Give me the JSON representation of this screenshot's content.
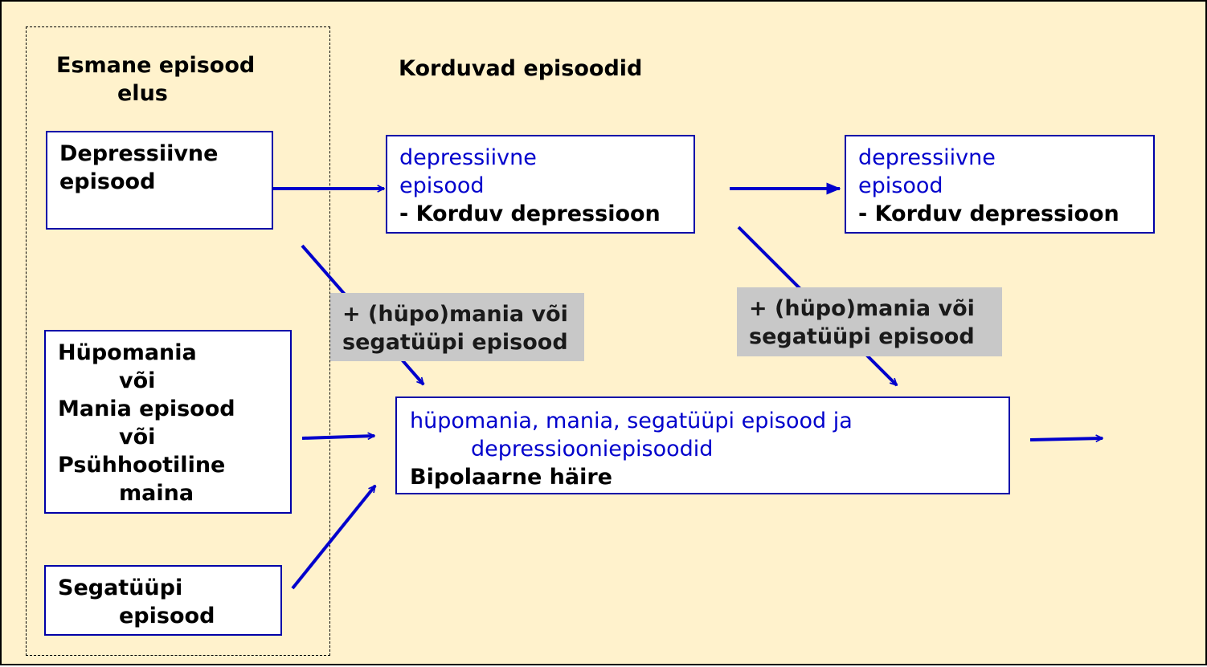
{
  "headings": {
    "first": [
      "Esmane episood",
      "elus"
    ],
    "recurring": "Korduvad episoodid"
  },
  "first_episodes": {
    "depressive": [
      "Depressiivne",
      "episood"
    ],
    "mania": [
      "Hüpomania",
      "või",
      "Mania episood",
      "või",
      "Psühhootiline",
      "maina"
    ],
    "mixed": [
      "Segatüüpi",
      "episood"
    ]
  },
  "recurring_boxes": [
    {
      "line1": "depressiivne",
      "line2": "episood",
      "diagnosis": "- Korduv depressioon"
    },
    {
      "line1": "depressiivne",
      "line2": "episood",
      "diagnosis": "- Korduv depressioon"
    }
  ],
  "bipolar_box": {
    "line1": "hüpomania, mania, segatüüpi episood ja",
    "line2": "depressiooniepisoodid",
    "diagnosis": "Bipolaarne häire"
  },
  "transition_labels": [
    [
      "+ (hüpo)mania või",
      "segatüüpi episood"
    ],
    [
      "+ (hüpo)mania või",
      "segatüüpi episood"
    ]
  ],
  "colors": {
    "background": "#fff2cc",
    "accent": "#0000cc",
    "label_bg": "#c8c8c8"
  }
}
